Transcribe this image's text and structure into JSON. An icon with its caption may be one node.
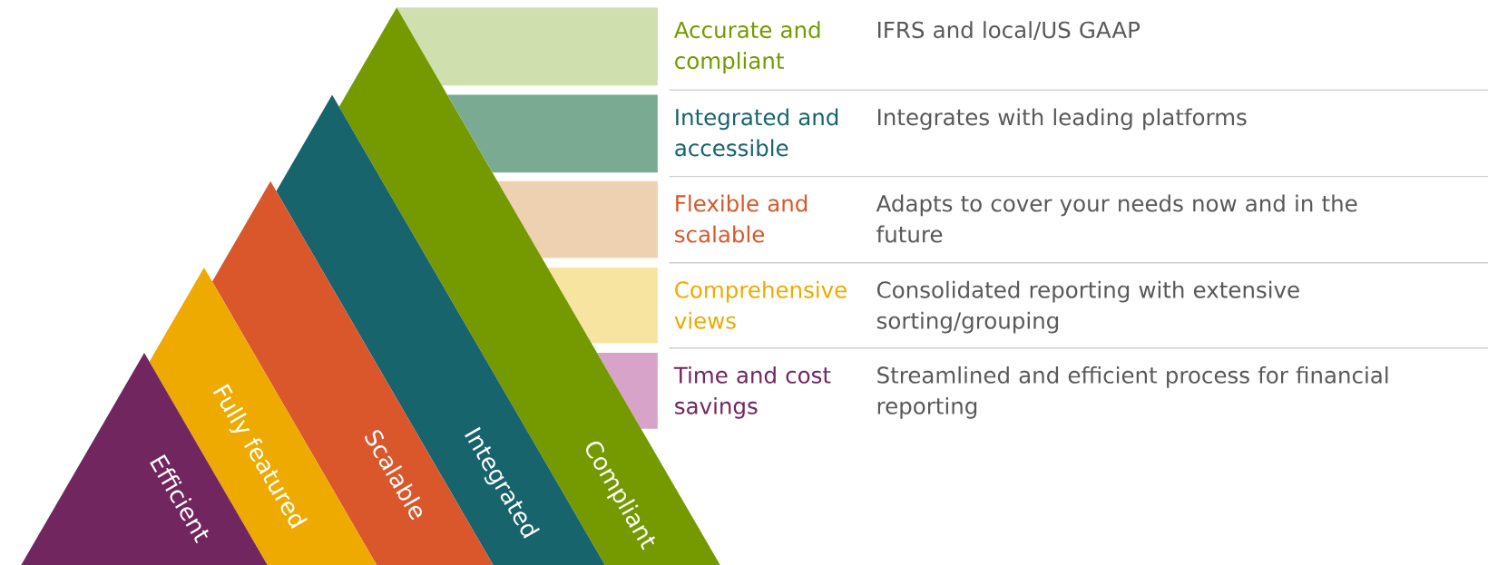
{
  "diagram": {
    "nodes": [
      {
        "text": [
          "Accurate and compliant"
        ]
      },
      {
        "text": [
          "Integrated and accessible"
        ]
      },
      {
        "text": [
          "Flexible and scalable"
        ]
      },
      {
        "text": [
          "Comprehensive views"
        ]
      },
      {
        "text": [
          "Time and cost savings"
        ]
      },
      {
        "text": [
          "Efficient"
        ]
      },
      {
        "text": [
          "Fully featured"
        ]
      },
      {
        "text": [
          "Scalable"
        ]
      },
      {
        "text": [
          "Integrated"
        ]
      },
      {
        "text": [
          "Compliant"
        ]
      }
    ],
    "edges": [],
    "labels": [
      "IFRS and local/US GAAP",
      "Integrates with leading platforms",
      "Adapts to cover your needs now and in the future",
      "Consolidated reporting with extensive sorting/grouping",
      "Streamlined and efficient process for financial reporting"
    ]
  }
}
